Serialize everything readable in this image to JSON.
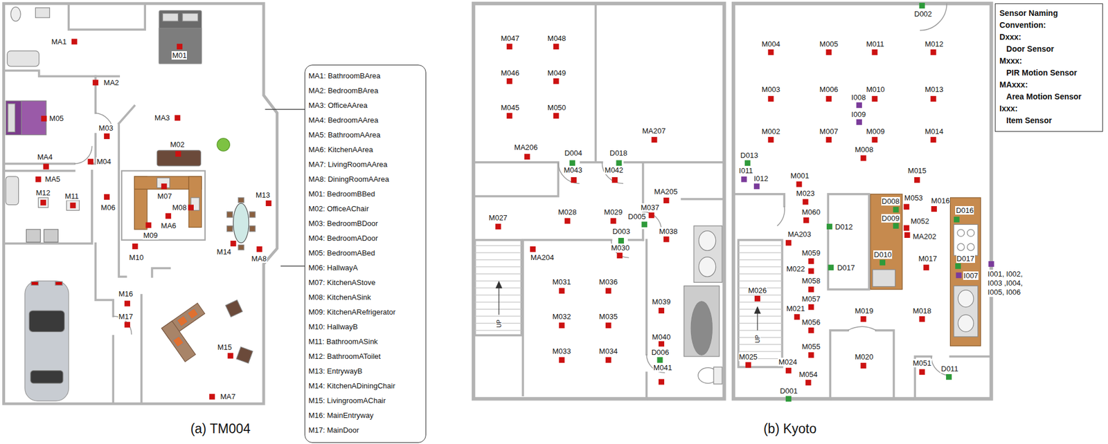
{
  "diagram": {
    "nodes": [
      {
        "text": [
          "MA1: BathroomBArea",
          "MA2: BedroomBArea",
          "MA3: OfficeAArea",
          "MA4: BedroomAArea",
          "MA5: BathroomAArea",
          "MA6: KitchenAArea",
          "MA7: LivingRoomAArea",
          "MA8: DiningRoomAArea",
          "M01: BedroomBBed",
          "M02: OfficeAChair",
          "M03: BedroomBDoor",
          "M04: BedroomADoor",
          "M05: BedroomABed",
          "M06: HallwayA",
          "M07: KitchenAStove",
          "M08: KitchenASink",
          "M09: KitchenARefrigerator",
          "M10: HallwayB",
          "M11: BathroomASink",
          "M12: BathroomAToilet",
          "M13: EntrywayB",
          "M14: KitchenADiningChair",
          "M15: LivingroomAChair",
          "M16: MainEntryway",
          "M17: MainDoor"
        ]
      },
      {
        "text": [
          "Sensor Naming Convention:",
          "Dxxx:",
          "Door Sensor",
          "Mxxx:",
          "PIR Motion Sensor",
          "MAxxx:",
          "Area Motion Sensor",
          "Ixxx:",
          "Item Sensor"
        ]
      }
    ],
    "labels": [
      "MA1",
      "M01",
      "MA2",
      "MA3",
      "M05",
      "M03",
      "M02",
      "M04",
      "MA4",
      "MA5",
      "M12",
      "M11",
      "M06",
      "M07",
      "M08",
      "MA6",
      "M09",
      "M13",
      "M14",
      "MA8",
      "M10",
      "M16",
      "M17",
      "M15",
      "MA7",
      "(a) TM004",
      "M047",
      "M048",
      "M046",
      "M049",
      "M045",
      "M050",
      "MA207",
      "MA206",
      "D004",
      "D018",
      "M043",
      "M042",
      "MA205",
      "M027",
      "M028",
      "M029",
      "M037",
      "D005",
      "D003",
      "M038",
      "M030",
      "MA204",
      "M031",
      "M036",
      "M032",
      "M035",
      "M033",
      "M034",
      "M039",
      "M040",
      "D006",
      "M041",
      "D002",
      "M004",
      "M005",
      "M011",
      "M012",
      "M003",
      "M006",
      "M010",
      "M013",
      "I008",
      "I009",
      "M002",
      "M007",
      "M009",
      "M014",
      "M008",
      "D013",
      "I011",
      "I012",
      "M001",
      "M015",
      "M023",
      "M016",
      "D008",
      "M053",
      "M060",
      "D009",
      "M052",
      "D016",
      "D012",
      "MA202",
      "MA203",
      "M059",
      "D010",
      "M017",
      "D017",
      "D017",
      "I007",
      "I001, I002, I003 ,I004, I005, I006",
      "M022",
      "M058",
      "M057",
      "M021",
      "M056",
      "M026",
      "M019",
      "M018",
      "M055",
      "M025",
      "M024",
      "M054",
      "M020",
      "M051",
      "D011",
      "D001",
      "(b) Kyoto",
      "UP",
      "UP"
    ]
  }
}
